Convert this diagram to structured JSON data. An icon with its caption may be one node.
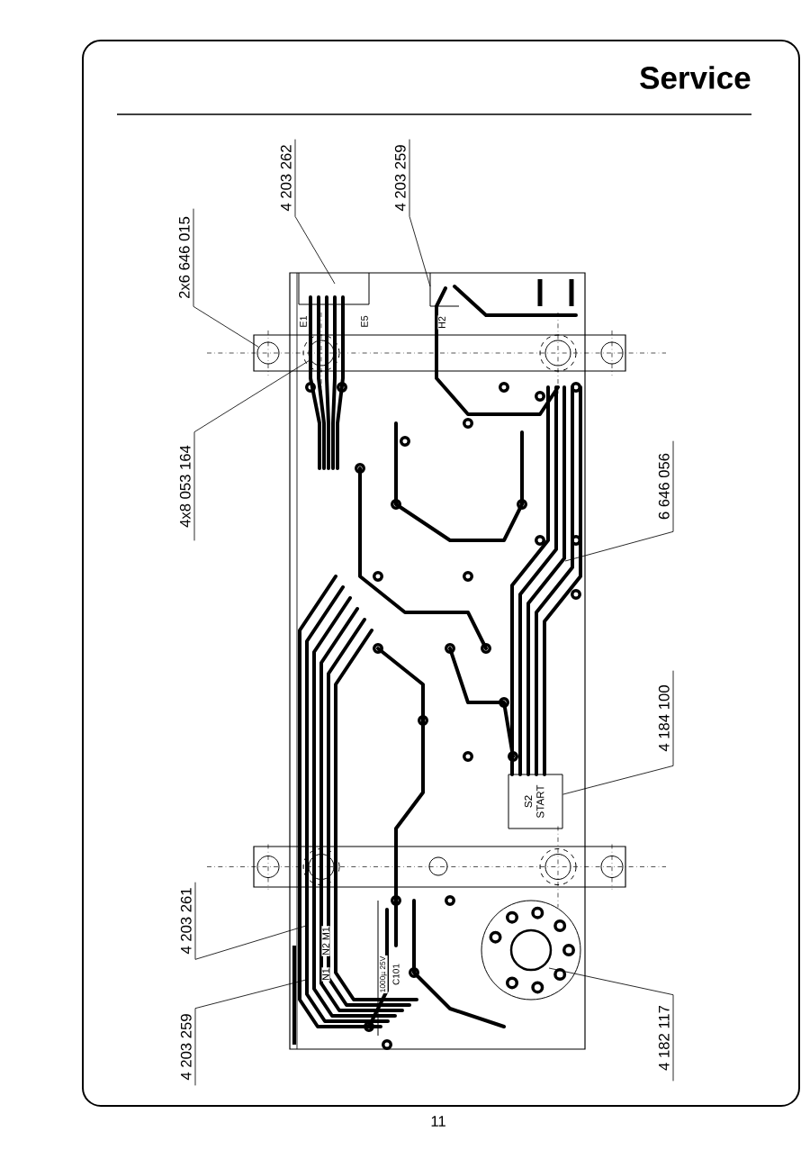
{
  "diagram": {
    "title": "Service",
    "nodes": [
      {
        "text": [
          "2x6 646 015"
        ]
      },
      {
        "text": [
          "4 203 262"
        ]
      },
      {
        "text": [
          "4 203 259"
        ]
      },
      {
        "text": [
          "4x8 053 164"
        ]
      },
      {
        "text": [
          "6 646 056"
        ]
      },
      {
        "text": [
          "4 184 100"
        ]
      },
      {
        "text": [
          "4 203 261"
        ]
      },
      {
        "text": [
          "4 203 259"
        ]
      },
      {
        "text": [
          "4 182 117"
        ]
      },
      {
        "text": [],
        "shape": "circle"
      },
      {
        "text": [],
        "shape": "circle"
      },
      {
        "text": [
          "S2",
          "START"
        ]
      }
    ],
    "edges": [
      {
        "from": 0,
        "to": 9,
        "arrow": "none"
      },
      {
        "from": 1,
        "to": null,
        "arrow": "none"
      },
      {
        "from": 2,
        "to": null,
        "arrow": "none"
      },
      {
        "from": 3,
        "to": 10,
        "arrow": "none"
      },
      {
        "from": 4,
        "to": null,
        "arrow": "none"
      },
      {
        "from": 5,
        "to": 11,
        "arrow": "none"
      },
      {
        "from": 6,
        "to": null,
        "arrow": "none"
      },
      {
        "from": 7,
        "to": null,
        "arrow": "none"
      },
      {
        "from": 8,
        "to": null,
        "arrow": "none"
      }
    ],
    "labels": [
      "E1",
      "E5",
      "H2",
      "N2 M1",
      "N1",
      "1000µ 25V",
      "C101",
      "11"
    ]
  }
}
